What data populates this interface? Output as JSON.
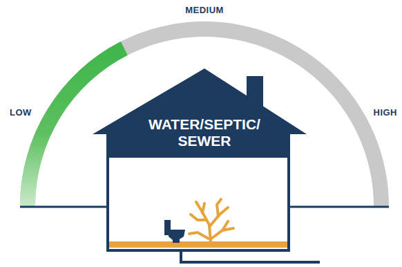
{
  "diagram": {
    "nodes": [
      {
        "text": [
          "WATER/SEPTIC/ SEWER"
        ]
      }
    ],
    "labels": [
      "MEDIUM",
      "LOW",
      "HIGH"
    ]
  }
}
